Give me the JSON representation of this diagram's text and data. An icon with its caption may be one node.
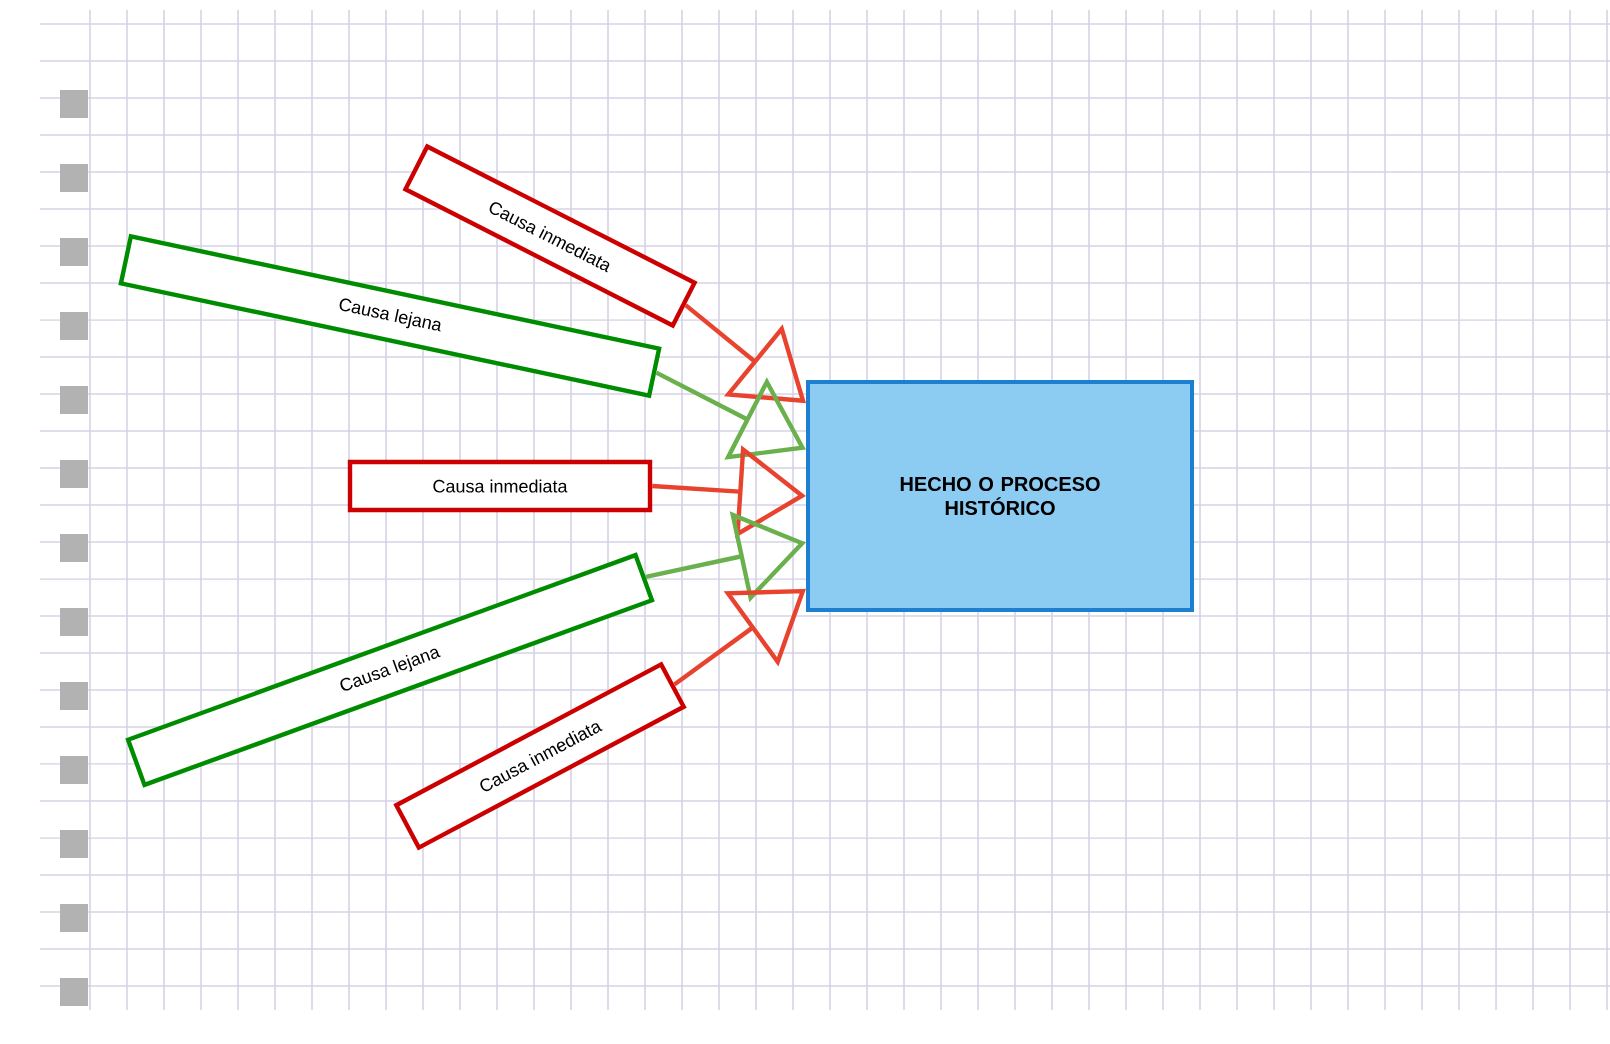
{
  "diagram": {
    "nodes": [
      {
        "text": [
          "Causa inmediata"
        ]
      },
      {
        "text": [
          "Causa lejana"
        ]
      },
      {
        "text": [
          "Causa inmediata"
        ]
      },
      {
        "text": [
          "Causa lejana"
        ]
      },
      {
        "text": [
          "Causa inmediata"
        ]
      },
      {
        "text": [
          "HECHO O PROCESO HISTÓRICO"
        ]
      }
    ],
    "edges": [
      {
        "from": 0,
        "to": 5,
        "arrow": "to"
      },
      {
        "from": 1,
        "to": 5,
        "arrow": "to",
        "color": "#6ab04c"
      },
      {
        "from": 2,
        "to": 5,
        "arrow": "to"
      },
      {
        "from": 3,
        "to": 5,
        "arrow": "to",
        "color": "#6ab04c"
      },
      {
        "from": 4,
        "to": 5,
        "arrow": "to"
      }
    ]
  }
}
